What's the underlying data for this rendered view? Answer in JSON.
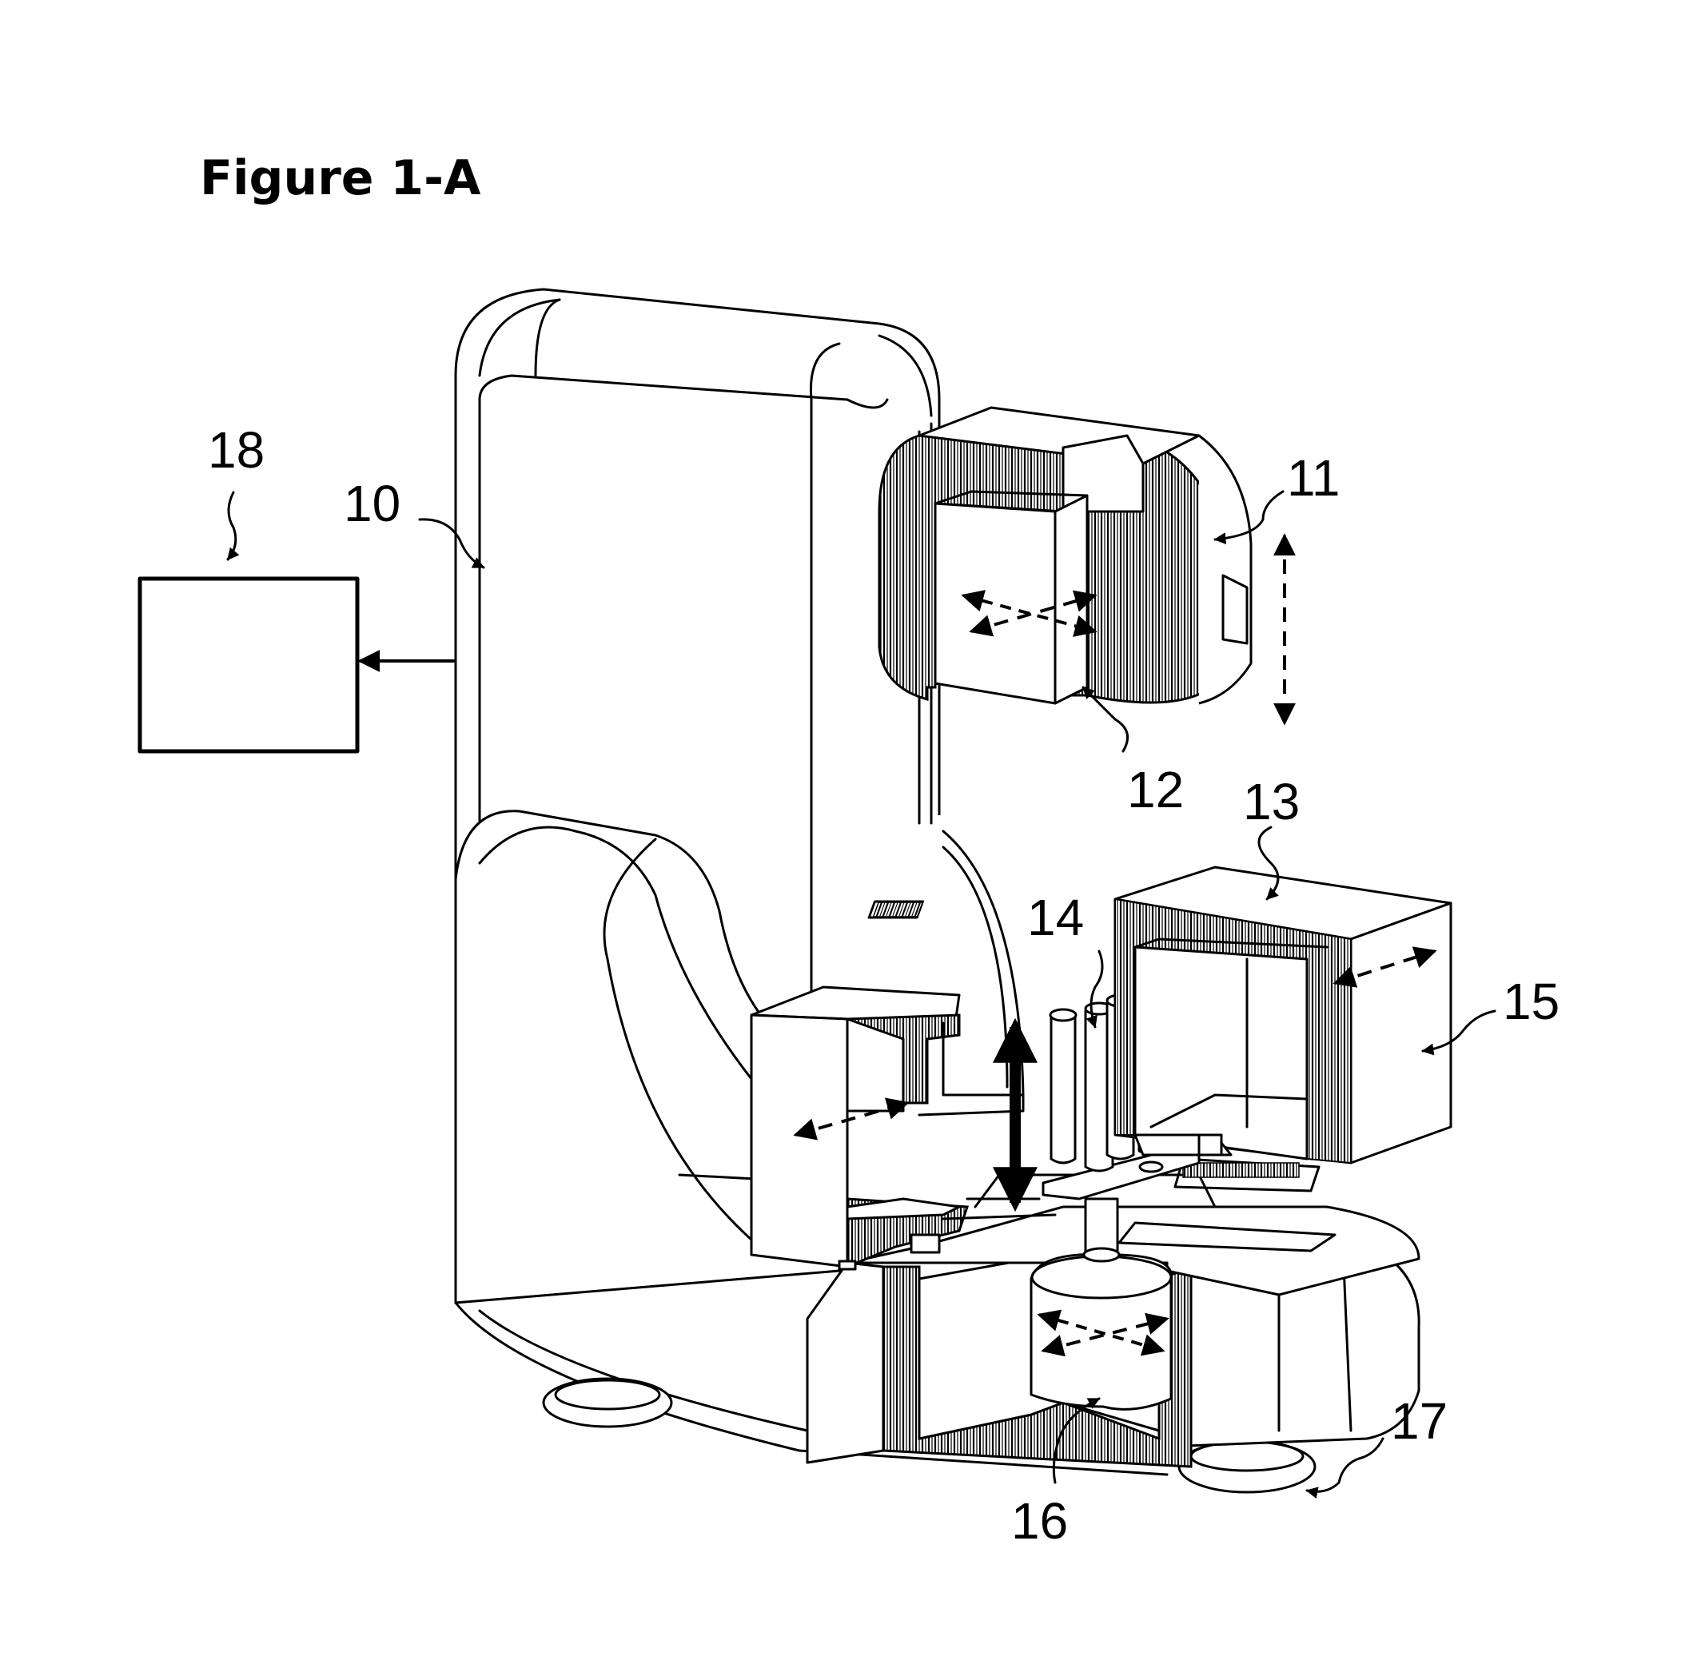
{
  "figure": {
    "title": "Figure 1-A"
  },
  "labels": {
    "ref_10": "10",
    "ref_11": "11",
    "ref_12": "12",
    "ref_13": "13",
    "ref_14": "14",
    "ref_15": "15",
    "ref_16": "16",
    "ref_17": "17",
    "ref_18": "18"
  },
  "colors": {
    "line": "#000000",
    "background": "#ffffff"
  }
}
